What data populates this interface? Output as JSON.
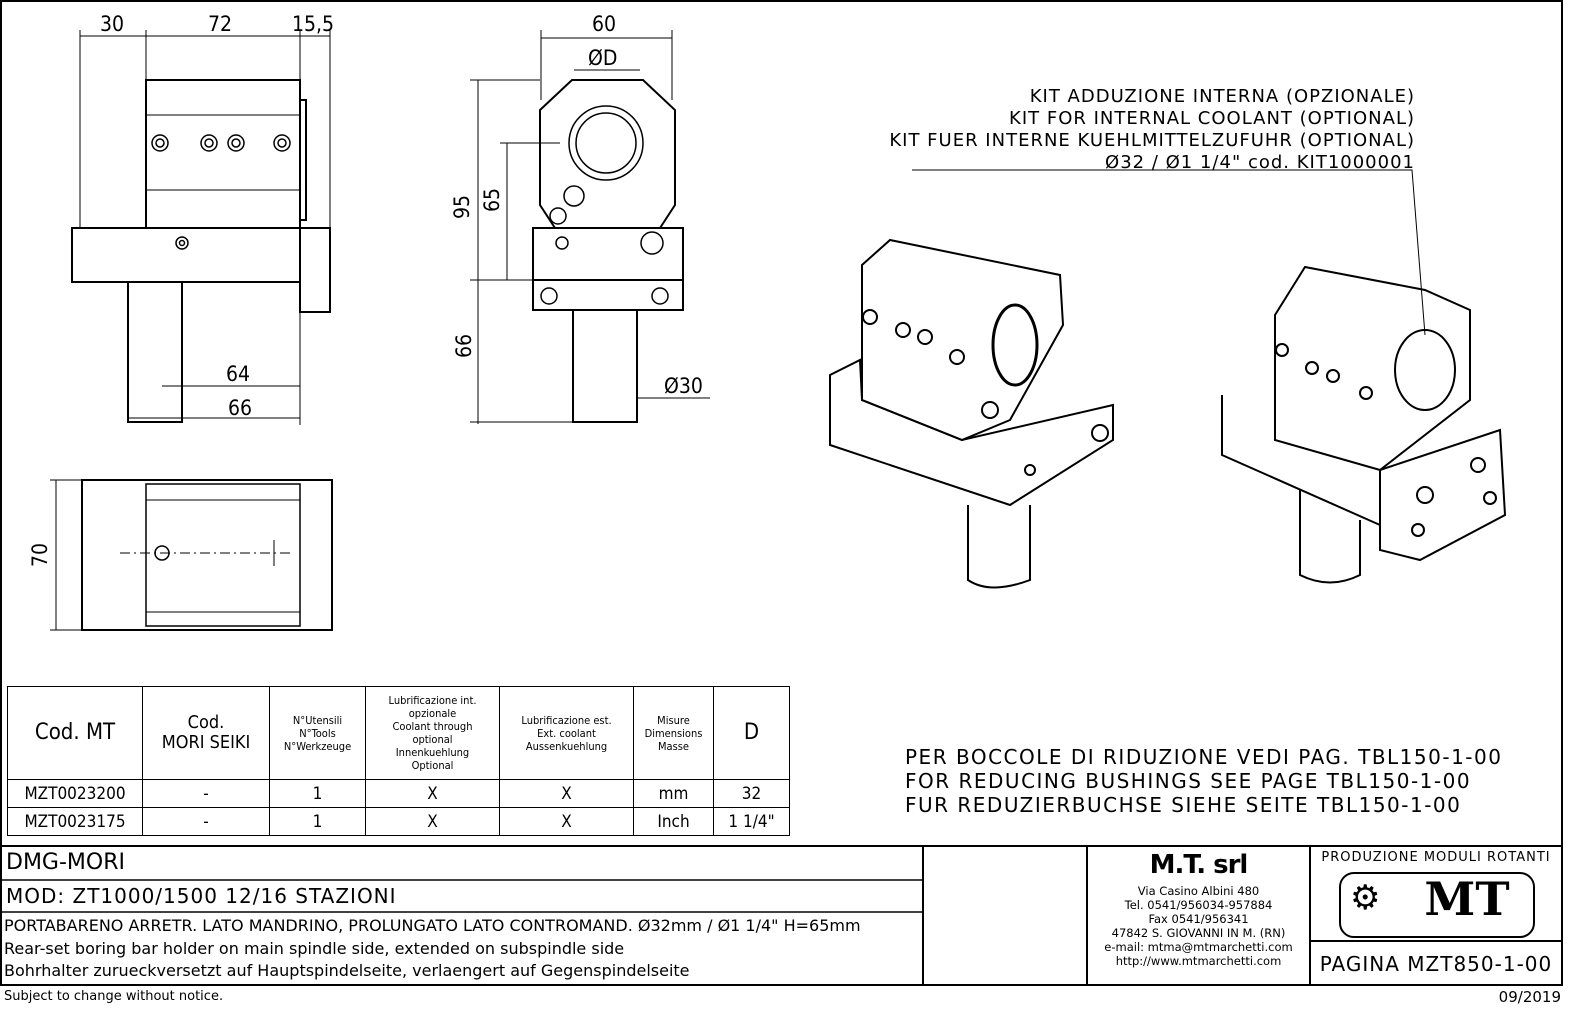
{
  "views": {
    "side": {
      "dims": [
        "30",
        "72",
        "15,5",
        "64",
        "66"
      ]
    },
    "front": {
      "dims": [
        "60",
        "ØD",
        "95",
        "65",
        "66",
        "Ø30"
      ]
    },
    "top": {
      "dims": [
        "70"
      ]
    }
  },
  "coolant_note": [
    "KIT ADDUZIONE INTERNA (OPZIONALE)",
    "KIT FOR INTERNAL COOLANT (OPTIONAL)",
    "KIT FUER INTERNE KUEHLMITTELZUFUHR (OPTIONAL)",
    "Ø32 / Ø1 1/4\"  cod. KIT1000001"
  ],
  "bushing_note": [
    "PER BOCCOLE DI RIDUZIONE VEDI PAG. TBL150-1-00",
    "FOR REDUCING BUSHINGS SEE PAGE TBL150-1-00",
    "FUR REDUZIERBUCHSE SIEHE SEITE TBL150-1-00"
  ],
  "table": {
    "headers": [
      [
        "Cod. MT"
      ],
      [
        "Cod.",
        "MORI SEIKI"
      ],
      [
        "N°Utensili",
        "N°Tools",
        "N°Werkzeuge"
      ],
      [
        "Lubrificazione int.",
        "opzionale",
        "Coolant through",
        "optional",
        "Innenkuehlung",
        "Optional"
      ],
      [
        "Lubrificazione est.",
        "Ext. coolant",
        "Aussenkuehlung"
      ],
      [
        "Misure",
        "Dimensions",
        "Masse"
      ],
      [
        "D"
      ]
    ],
    "rows": [
      [
        "MZT0023200",
        "-",
        "1",
        "X",
        "X",
        "mm",
        "32"
      ],
      [
        "MZT0023175",
        "-",
        "1",
        "X",
        "X",
        "Inch",
        "1 1/4\""
      ]
    ]
  },
  "title_block": {
    "machine": "DMG-MORI",
    "model": "MOD: ZT1000/1500 12/16 STAZIONI",
    "desc_it": "PORTABARENO ARRETR. LATO MANDRINO, PROLUNGATO LATO CONTROMAND. Ø32mm / Ø1 1/4\" H=65mm",
    "desc_en": "Rear-set boring bar holder on main spindle side, extended on subspindle side",
    "desc_de": "Bohrhalter zurueckversetzt auf Hauptspindelseite, verlaengert auf Gegenspindelseite",
    "company": "M.T. srl",
    "address": [
      "Via Casino Albini 480",
      "Tel. 0541/956034-957884",
      "Fax 0541/956341",
      "47842 S. GIOVANNI IN M. (RN)",
      "e-mail: mtma@mtmarchetti.com",
      "http://www.mtmarchetti.com"
    ],
    "production": "PRODUZIONE MODULI ROTANTI",
    "logo_text": "MT",
    "page": "PAGINA MZT850-1-00"
  },
  "footer": {
    "notice": "Subject to change without notice.",
    "date": "09/2019"
  }
}
